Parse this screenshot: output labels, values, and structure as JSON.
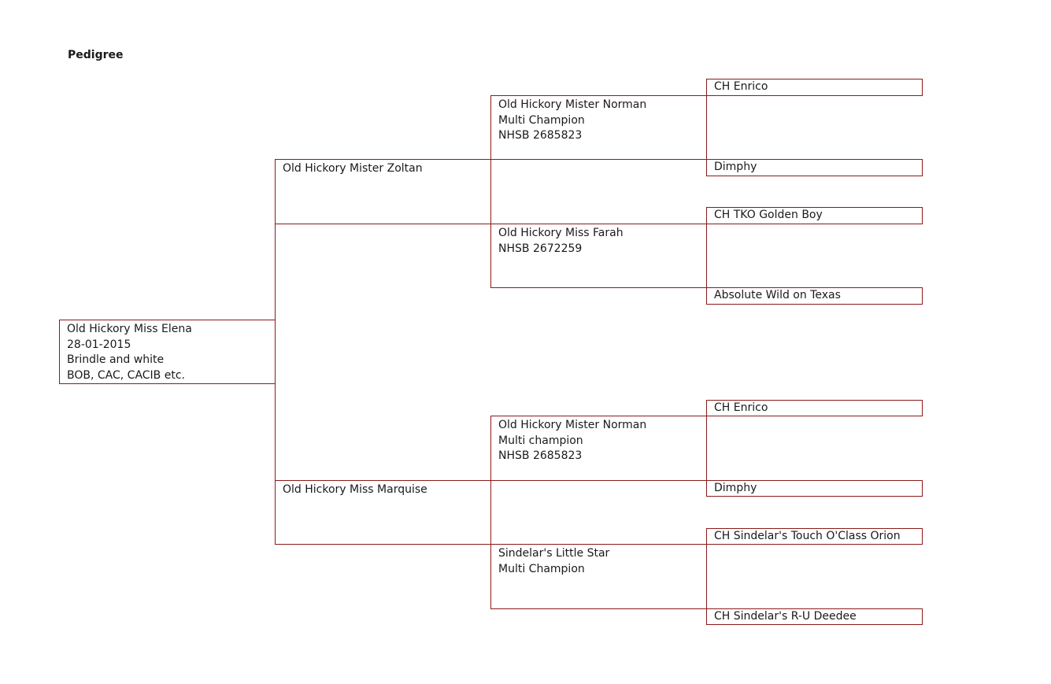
{
  "title": "Pedigree",
  "subject": {
    "lines": [
      "Old Hickory  Miss Elena",
      "28-01-2015",
      "Brindle and white",
      "BOB, CAC, CACIB etc."
    ]
  },
  "sire": {
    "lines": [
      "Old Hickory  Mister Zoltan"
    ]
  },
  "dam": {
    "lines": [
      "Old Hickory  Miss Marquise"
    ]
  },
  "sire_sire": {
    "lines": [
      "Old Hickory  Mister Norman",
      "Multi Champion",
      "NHSB 2685823"
    ]
  },
  "sire_dam": {
    "lines": [
      "Old Hickory  Miss Farah",
      "NHSB 2672259"
    ]
  },
  "dam_sire": {
    "lines": [
      "Old Hickory  Mister Norman",
      "Multi champion",
      "NHSB 2685823"
    ]
  },
  "dam_dam": {
    "lines": [
      "Sindelar's Little Star",
      "Multi Champion"
    ]
  },
  "great_grandparents": [
    "CH Enrico",
    "Dimphy",
    "CH TKO Golden Boy",
    "Absolute Wild on Texas",
    "CH Enrico",
    "Dimphy",
    "CH Sindelar's Touch O'Class Orion",
    "CH Sindelar's R-U Deedee"
  ]
}
